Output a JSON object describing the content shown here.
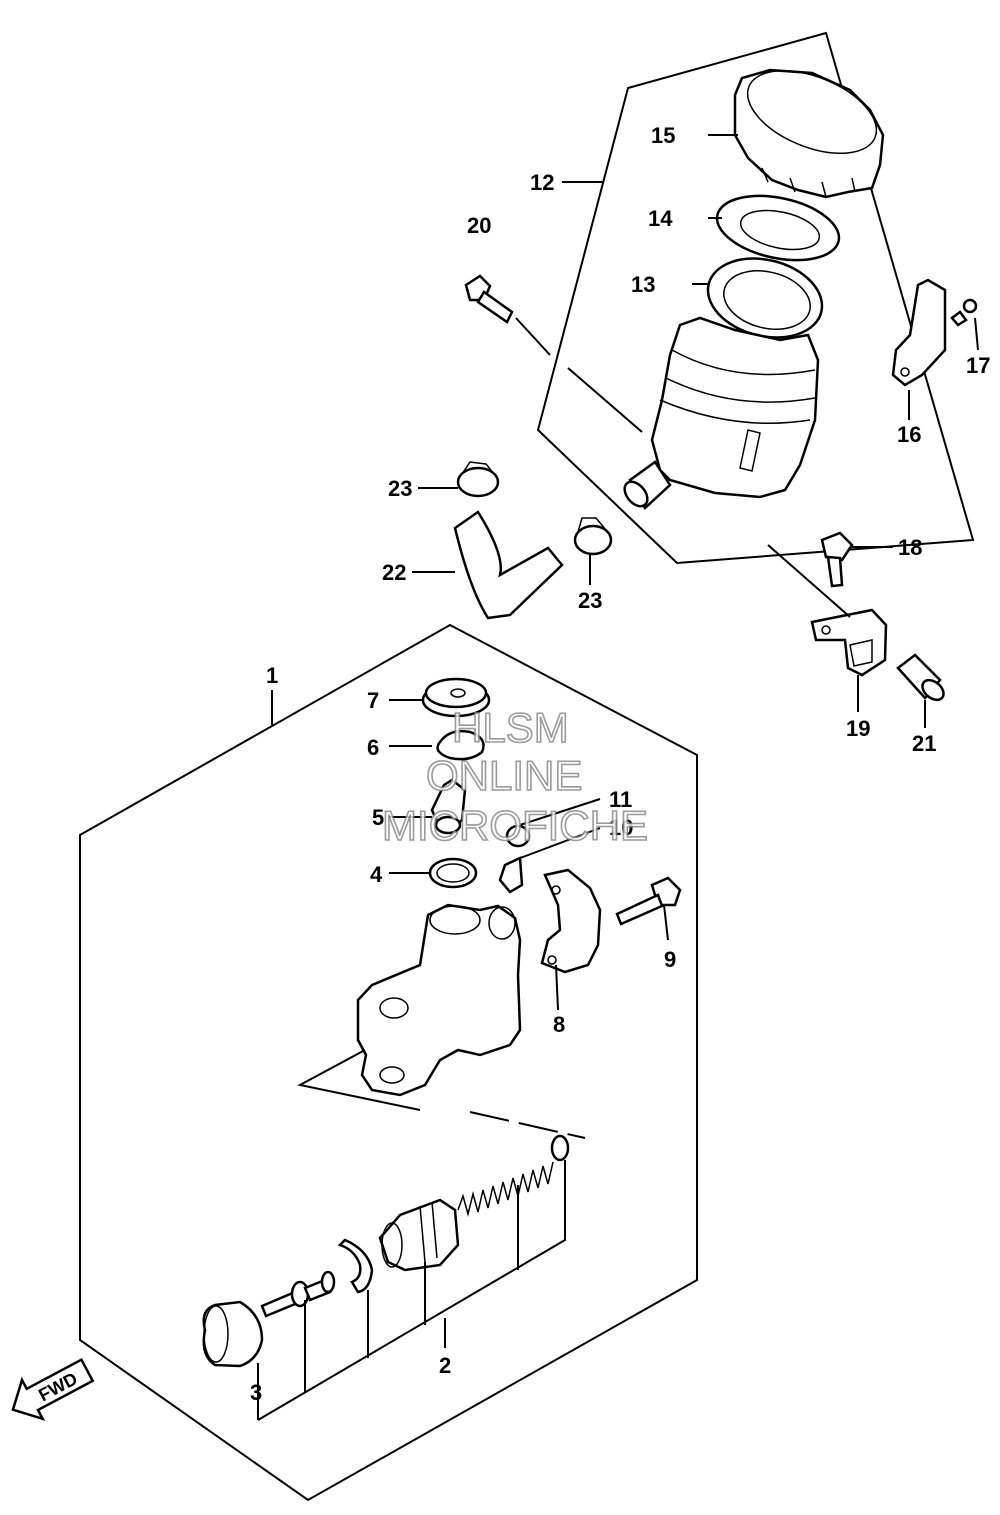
{
  "callouts": {
    "p1": "1",
    "p2": "2",
    "p3": "3",
    "p4": "4",
    "p5": "5",
    "p6": "6",
    "p7": "7",
    "p8": "8",
    "p9": "9",
    "p10": "10",
    "p11": "11",
    "p12": "12",
    "p13": "13",
    "p14": "14",
    "p15": "15",
    "p16": "16",
    "p17": "17",
    "p18": "18",
    "p19": "19",
    "p20": "20",
    "p21": "21",
    "p22": "22",
    "p23a": "23",
    "p23b": "23"
  },
  "watermark": {
    "line1": "HLSM",
    "line2": "ONLINE",
    "line3": "MICROFICHE"
  },
  "direction_marker": "FWD"
}
